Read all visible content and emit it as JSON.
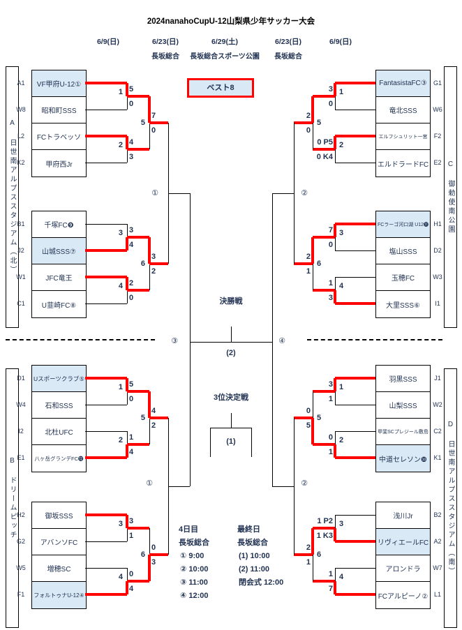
{
  "title": "2024nanahoCupU-12山梨県少年サッカー大会",
  "header": {
    "dates": [
      "6/9(日)",
      "6/23(日)",
      "6/29(土)",
      "6/23(日)",
      "6/9(日)"
    ],
    "venues": [
      "長坂総合",
      "長坂総合スポーツ公園",
      "長坂総合"
    ]
  },
  "best8_label": "ベスト8",
  "venue_sidebars": [
    {
      "label": "A 日世南アルプススタジアム（北）"
    },
    {
      "label": "B ドリームピッチ"
    },
    {
      "label": "C 御勅使南公園"
    },
    {
      "label": "D 日世南アルプススタジアム（南）"
    }
  ],
  "groups": [
    {
      "teams": [
        {
          "slot": "A1",
          "name": "VF甲府U-12①",
          "highlight": true
        },
        {
          "slot": "W8",
          "name": "昭和町SSS",
          "highlight": false
        },
        {
          "slot": "L2",
          "name": "FCトラベッソ",
          "highlight": false
        },
        {
          "slot": "K2",
          "name": "甲府西Jr",
          "highlight": false
        }
      ],
      "m1": {
        "no": "1",
        "s_top": "5",
        "s_bot": "0",
        "win": "top"
      },
      "m2": {
        "no": "2",
        "s_top": "4",
        "s_bot": "3",
        "win": "top"
      },
      "m3": {
        "no": "5",
        "s_top": "7",
        "s_bot": "0",
        "win": "top"
      }
    },
    {
      "teams": [
        {
          "slot": "B1",
          "name": "千塚FC❾",
          "highlight": false
        },
        {
          "slot": "J2",
          "name": "山城SSS⑦",
          "highlight": true
        },
        {
          "slot": "W1",
          "name": "JFC竜王",
          "highlight": false
        },
        {
          "slot": "C1",
          "name": "U韮崎FC⑧",
          "highlight": false
        }
      ],
      "m1": {
        "no": "3",
        "s_top": "3",
        "s_bot": "4",
        "win": "bot"
      },
      "m2": {
        "no": "4",
        "s_top": "2",
        "s_bot": "0",
        "win": "top"
      },
      "m3": {
        "no": "6",
        "s_top": "3",
        "s_bot": "2",
        "win": "top"
      }
    },
    {
      "teams": [
        {
          "slot": "D1",
          "name": "Uスポーツクラブ⑤",
          "highlight": true
        },
        {
          "slot": "W4",
          "name": "石和SSS",
          "highlight": false
        },
        {
          "slot": "I2",
          "name": "北杜UFC",
          "highlight": false
        },
        {
          "slot": "E1",
          "name": "八ヶ岳グランデFC⓬",
          "highlight": false
        }
      ],
      "m1": {
        "no": "1",
        "s_top": "5",
        "s_bot": "0",
        "win": "top"
      },
      "m2": {
        "no": "2",
        "s_top": "1",
        "s_bot": "4",
        "win": "bot"
      },
      "m3": {
        "no": "5",
        "s_top": "4",
        "s_bot": "2",
        "win": "top"
      }
    },
    {
      "teams": [
        {
          "slot": "H2",
          "name": "御坂SSS",
          "highlight": false
        },
        {
          "slot": "G2",
          "name": "アバンソFC",
          "highlight": false
        },
        {
          "slot": "W5",
          "name": "増穂SC",
          "highlight": false
        },
        {
          "slot": "F1",
          "name": "フォルトゥナU-12④",
          "highlight": true
        }
      ],
      "m1": {
        "no": "3",
        "s_top": "3",
        "s_bot": "1",
        "win": "top"
      },
      "m2": {
        "no": "4",
        "s_top": "0",
        "s_bot": "4",
        "win": "bot"
      },
      "m3": {
        "no": "6",
        "s_top": "0",
        "s_bot": "3",
        "win": "bot"
      }
    },
    {
      "teams": [
        {
          "slot": "G1",
          "name": "FantasistaFC③",
          "highlight": true
        },
        {
          "slot": "W6",
          "name": "竜北SSS",
          "highlight": false
        },
        {
          "slot": "F2",
          "name": "エルフシュリット一宮",
          "highlight": false
        },
        {
          "slot": "E2",
          "name": "エルドラードFC",
          "highlight": false
        }
      ],
      "m1": {
        "no": "1",
        "s_top": "3",
        "s_bot": "0",
        "win": "top"
      },
      "m2": {
        "no": "2",
        "s_top": "0 P5",
        "s_bot": "0 K4",
        "win": "top"
      },
      "m3": {
        "no": "5",
        "s_top": "2",
        "s_bot": "0",
        "win": "top"
      }
    },
    {
      "teams": [
        {
          "slot": "H1",
          "name": "FCラーゴ河口湖 U12⓫",
          "highlight": true
        },
        {
          "slot": "D2",
          "name": "塩山SSS",
          "highlight": false
        },
        {
          "slot": "W3",
          "name": "玉穂FC",
          "highlight": false
        },
        {
          "slot": "I1",
          "name": "大里SSS⑥",
          "highlight": false
        }
      ],
      "m1": {
        "no": "3",
        "s_top": "7",
        "s_bot": "0",
        "win": "top"
      },
      "m2": {
        "no": "4",
        "s_top": "1",
        "s_bot": "3",
        "win": "bot"
      },
      "m3": {
        "no": "6",
        "s_top": "2",
        "s_bot": "1",
        "win": "top"
      }
    },
    {
      "teams": [
        {
          "slot": "J1",
          "name": "羽黒SSS",
          "highlight": false
        },
        {
          "slot": "W2",
          "name": "山梨SSS",
          "highlight": false
        },
        {
          "slot": "C2",
          "name": "甲斐SCプレジール敷島",
          "highlight": false
        },
        {
          "slot": "K1",
          "name": "中道セレソン❿",
          "highlight": true
        }
      ],
      "m1": {
        "no": "1",
        "s_top": "3",
        "s_bot": "1",
        "win": "top"
      },
      "m2": {
        "no": "2",
        "s_top": "0",
        "s_bot": "1",
        "win": "bot"
      },
      "m3": {
        "no": "5",
        "s_top": "0",
        "s_bot": "5",
        "win": "bot"
      }
    },
    {
      "teams": [
        {
          "slot": "B2",
          "name": "浅川Jr",
          "highlight": false
        },
        {
          "slot": "A2",
          "name": "リヴィエールFC",
          "highlight": true
        },
        {
          "slot": "W7",
          "name": "アロンドラ",
          "highlight": false
        },
        {
          "slot": "L1",
          "name": "FCアルピーノ②",
          "highlight": false
        }
      ],
      "m1": {
        "no": "3",
        "s_top": "1 P2",
        "s_bot": "1 K3",
        "win": "bot"
      },
      "m2": {
        "no": "4",
        "s_top": "1",
        "s_bot": "7",
        "win": "bot"
      },
      "m3": {
        "no": "6",
        "s_top": "2",
        "s_bot": "1",
        "win": "top"
      }
    }
  ],
  "center": {
    "qf_labels": {
      "top_left": "①",
      "top_right": "②",
      "bottom_left": "①",
      "bottom_right": "②"
    },
    "sf_labels": {
      "left": "③",
      "right": "④"
    },
    "final_label": "決勝戦",
    "final_no": "(2)",
    "third_label": "3位決定戦",
    "third_no": "(1)"
  },
  "schedule": {
    "day4": {
      "title": "4日目",
      "venue": "長坂総合",
      "items": [
        "① 9:00",
        "② 10:00",
        "③ 11:00",
        "④ 12:00"
      ]
    },
    "final_day": {
      "title": "最終日",
      "venue": "長坂総合",
      "items": [
        "(1) 10:00",
        "(2) 11:00",
        "閉会式 12:00"
      ]
    }
  },
  "colors": {
    "winner_path": "#ff0000",
    "highlight": "#d9e9f5",
    "line": "#000000",
    "text": "#1f3050"
  }
}
